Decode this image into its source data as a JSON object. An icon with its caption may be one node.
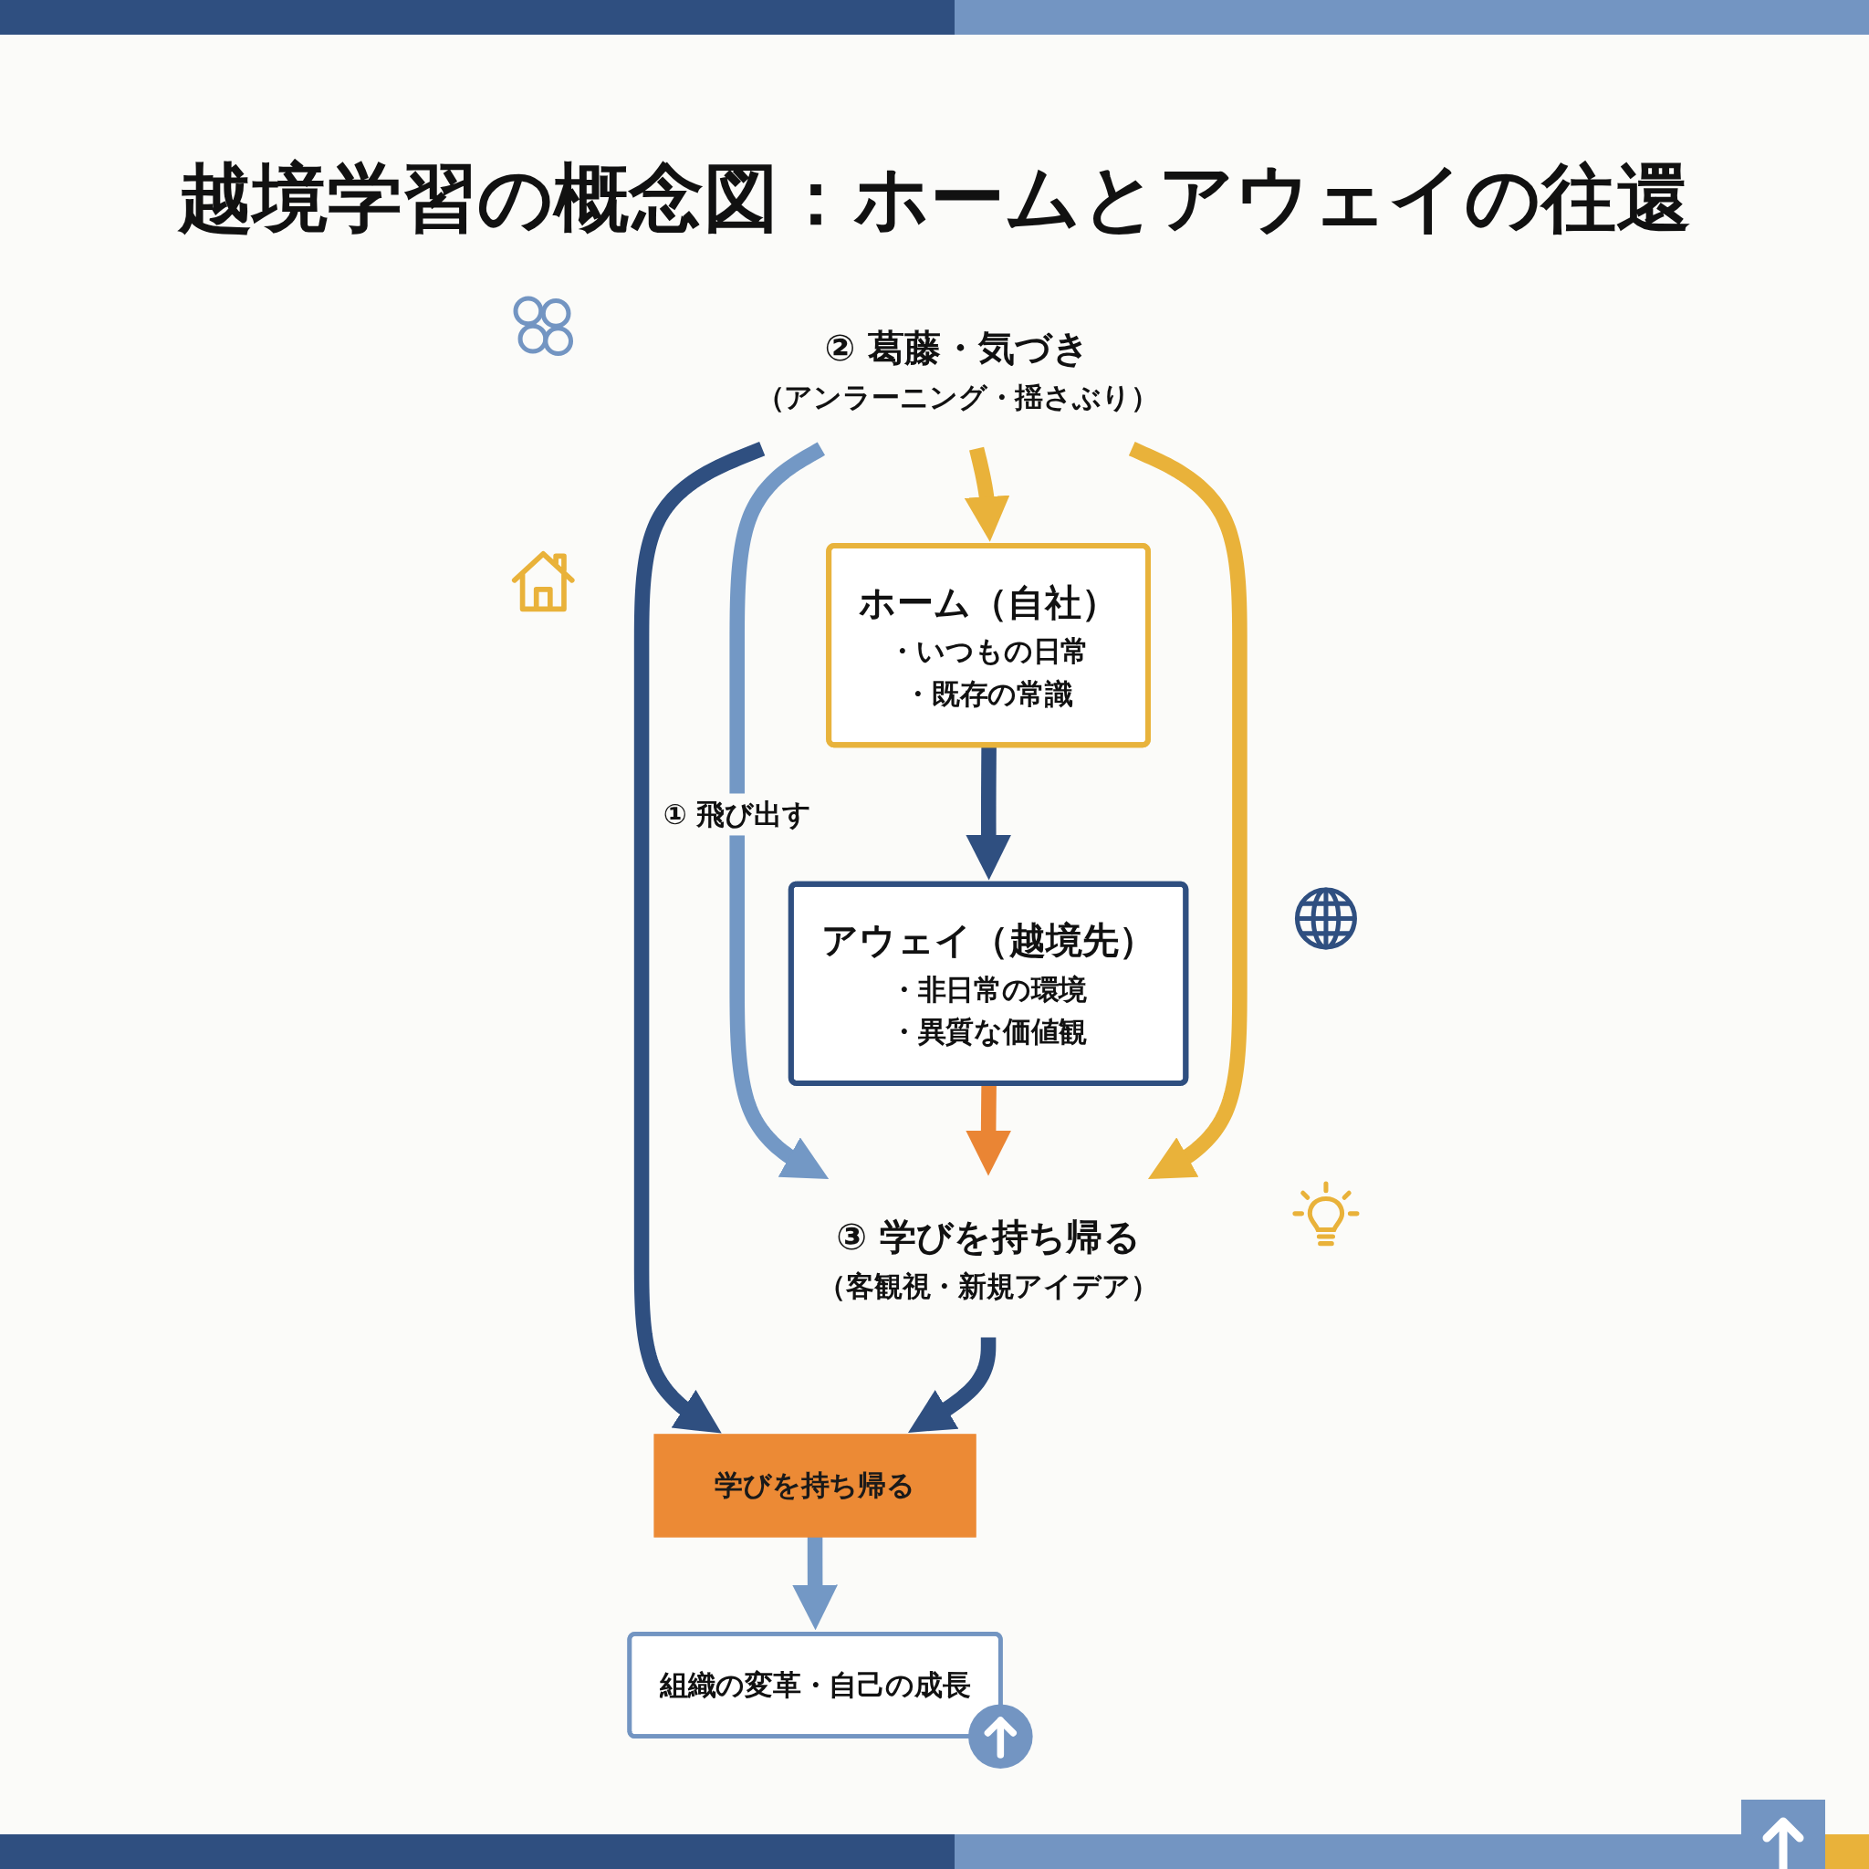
{
  "diagram": {
    "title": "越境学習の概念図：ホームとアウェイの往還",
    "nodes": [
      {
        "text": [
          "ホーム（自社）",
          "・いつもの日常",
          "・既存の常識"
        ]
      },
      {
        "text": [
          "アウェイ（越境先）",
          "・非日常の環境",
          "・異質な価値観"
        ]
      },
      {
        "text": [
          "② 葛藤・気づき",
          "（アンラーニング・揺さぶり）"
        ]
      },
      {
        "text": [
          "③ 学びを持ち帰る",
          "（客観視・新規アイデア）"
        ]
      },
      {
        "text": [
          "学びを持ち帰る"
        ]
      },
      {
        "text": [
          "組織の変革・自己の成長"
        ]
      }
    ],
    "edges": [
      {
        "from": 0,
        "to": 1,
        "arrow": "to"
      },
      {
        "from": 2,
        "to": 3,
        "arrow": "to",
        "label": "① 飛び出す",
        "color": "#7398c5"
      },
      {
        "from": 1,
        "to": 3,
        "arrow": "to",
        "color": "#ea8534"
      },
      {
        "from": 2,
        "to": 0,
        "arrow": "to",
        "color": "#e9b23a"
      },
      {
        "from": 2,
        "to": 3,
        "arrow": "to",
        "color": "#e9b23a"
      },
      {
        "from": 2,
        "to": 4,
        "arrow": "to"
      },
      {
        "from": 3,
        "to": 4,
        "arrow": "to"
      },
      {
        "from": 4,
        "to": 5,
        "arrow": "to",
        "color": "#7398c5"
      }
    ]
  }
}
